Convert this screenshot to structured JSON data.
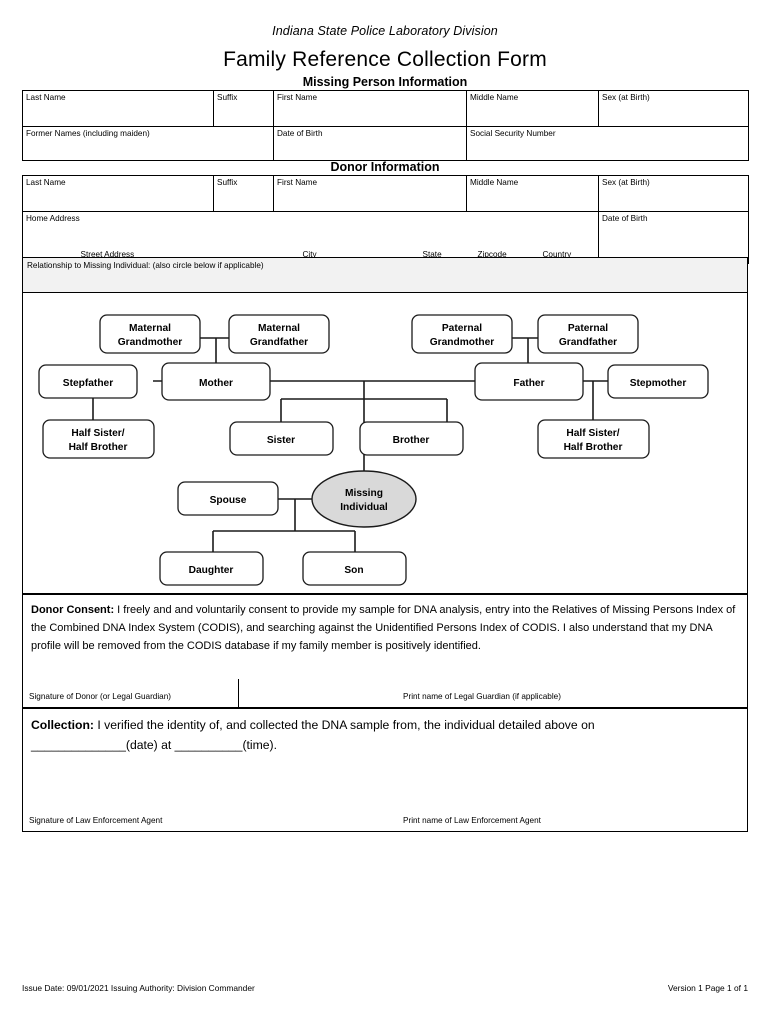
{
  "header": {
    "subtitle": "Indiana State Police Laboratory Division",
    "title": "Family Reference Collection Form"
  },
  "missing_person": {
    "heading": "Missing Person Information",
    "row1": [
      {
        "label": "Last Name"
      },
      {
        "label": "Suffix"
      },
      {
        "label": "First Name"
      },
      {
        "label": "Middle Name"
      },
      {
        "label": "Sex (at Birth)"
      }
    ],
    "row2": [
      {
        "label": "Former Names (including maiden)"
      },
      {
        "label": "Date of Birth"
      },
      {
        "label": "Social Security Number"
      }
    ]
  },
  "donor": {
    "heading": "Donor Information",
    "row1": [
      {
        "label": "Last Name"
      },
      {
        "label": "Suffix"
      },
      {
        "label": "First Name"
      },
      {
        "label": "Middle Name"
      },
      {
        "label": "Sex (at Birth)"
      }
    ],
    "address_label": "Home Address",
    "dob_label": "Date of Birth",
    "address_parts": [
      {
        "label": "Street Address"
      },
      {
        "label": "City"
      },
      {
        "label": "State"
      },
      {
        "label": "Zipcode"
      },
      {
        "label": "Country"
      }
    ],
    "relationship_label": "Relationship to Missing Individual: (also circle below if applicable)"
  },
  "diagram": {
    "nodes": {
      "maternal_grandmother": "Maternal\nGrandmother",
      "maternal_grandmother_l1": "Maternal",
      "maternal_grandmother_l2": "Grandmother",
      "maternal_grandfather_l1": "Maternal",
      "maternal_grandfather_l2": "Grandfather",
      "paternal_grandmother_l1": "Paternal",
      "paternal_grandmother_l2": "Grandmother",
      "paternal_grandfather_l1": "Paternal",
      "paternal_grandfather_l2": "Grandfather",
      "stepfather": "Stepfather",
      "mother": "Mother",
      "father": "Father",
      "stepmother": "Stepmother",
      "half_sibling_left_l1": "Half Sister/",
      "half_sibling_left_l2": "Half Brother",
      "half_sibling_right_l1": "Half Sister/",
      "half_sibling_right_l2": "Half Brother",
      "sister": "Sister",
      "brother": "Brother",
      "spouse": "Spouse",
      "missing_individual_l1": "Missing",
      "missing_individual_l2": "Individual",
      "daughter": "Daughter",
      "son": "Son"
    },
    "highlight_color": "#d9d9d9"
  },
  "consent": {
    "bold_lead": "Donor Consent:",
    "body": " I freely and and voluntarily consent to provide my sample for DNA analysis, entry into the Relatives of Missing Persons Index of the Combined DNA Index System (CODIS), and searching against the Unidentified Persons Index of CODIS.  I also understand that my DNA profile will be removed from the CODIS database if my family member is positively identified.",
    "signature_label": "Signature of Donor (or Legal Guardian)",
    "print_label": "Print name of Legal Guardian  (if applicable)"
  },
  "collection": {
    "bold_lead": "Collection:",
    "body": " I verified the identity of, and collected the DNA sample from, the individual detailed above on",
    "line2": "______________(date) at  __________(time).",
    "signature_label": "Signature of Law Enforcement Agent",
    "print_label": "Print name of Law Enforcement Agent"
  },
  "footer": {
    "left": "Issue Date: 09/01/2021  Issuing Authority: Division Commander",
    "right": "Version 1  Page 1 of 1"
  }
}
